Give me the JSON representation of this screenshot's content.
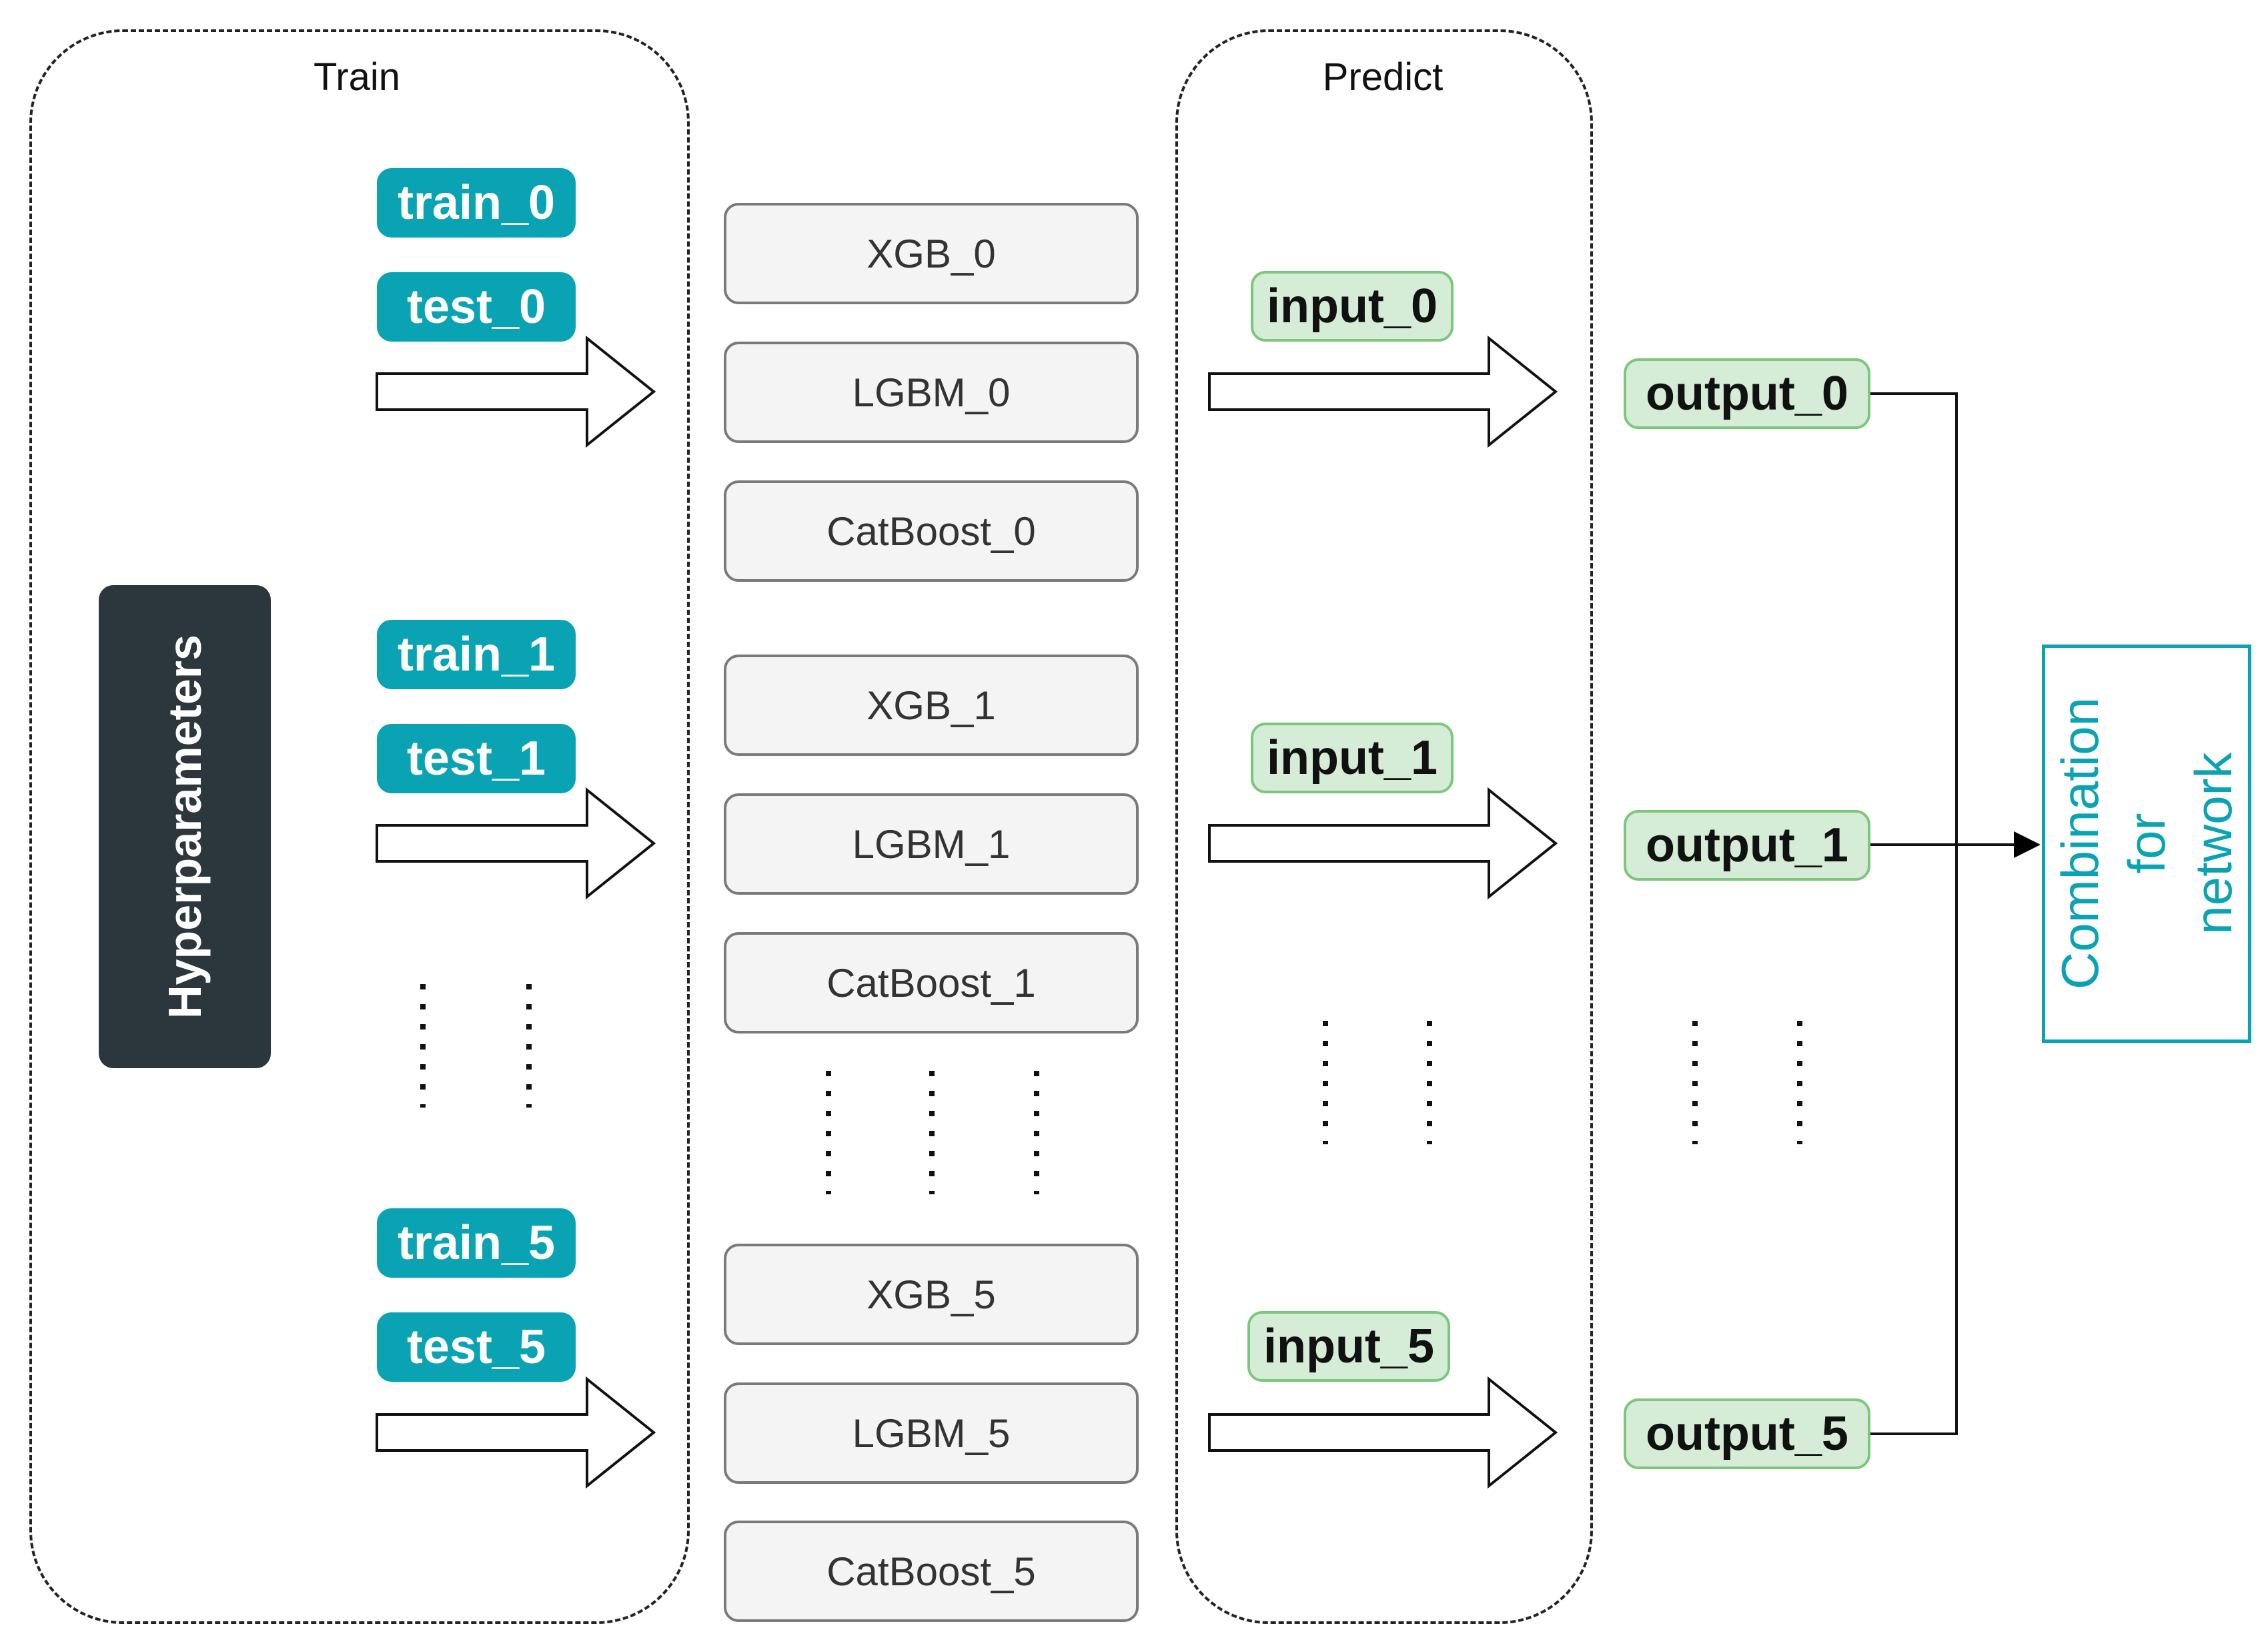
{
  "groups": {
    "train_title": "Train",
    "predict_title": "Predict"
  },
  "hyperparameters": "Hyperparameters",
  "train_tags": [
    "train_0",
    "test_0",
    "train_1",
    "test_1",
    "train_5",
    "test_5"
  ],
  "models": [
    "XGB_0",
    "LGBM_0",
    "CatBoost_0",
    "XGB_1",
    "LGBM_1",
    "CatBoost_1",
    "XGB_5",
    "LGBM_5",
    "CatBoost_5"
  ],
  "inputs": [
    "input_0",
    "input_1",
    "input_5"
  ],
  "outputs": [
    "output_0",
    "output_1",
    "output_5"
  ],
  "combination": {
    "line1": "Combination",
    "line2": "for",
    "line3": "network"
  },
  "colors": {
    "teal": "#0aa3b4",
    "green_fill": "#d5ecd6",
    "green_border": "#7cc77c",
    "dark": "#2c363d",
    "model_fill": "#f4f4f4"
  }
}
